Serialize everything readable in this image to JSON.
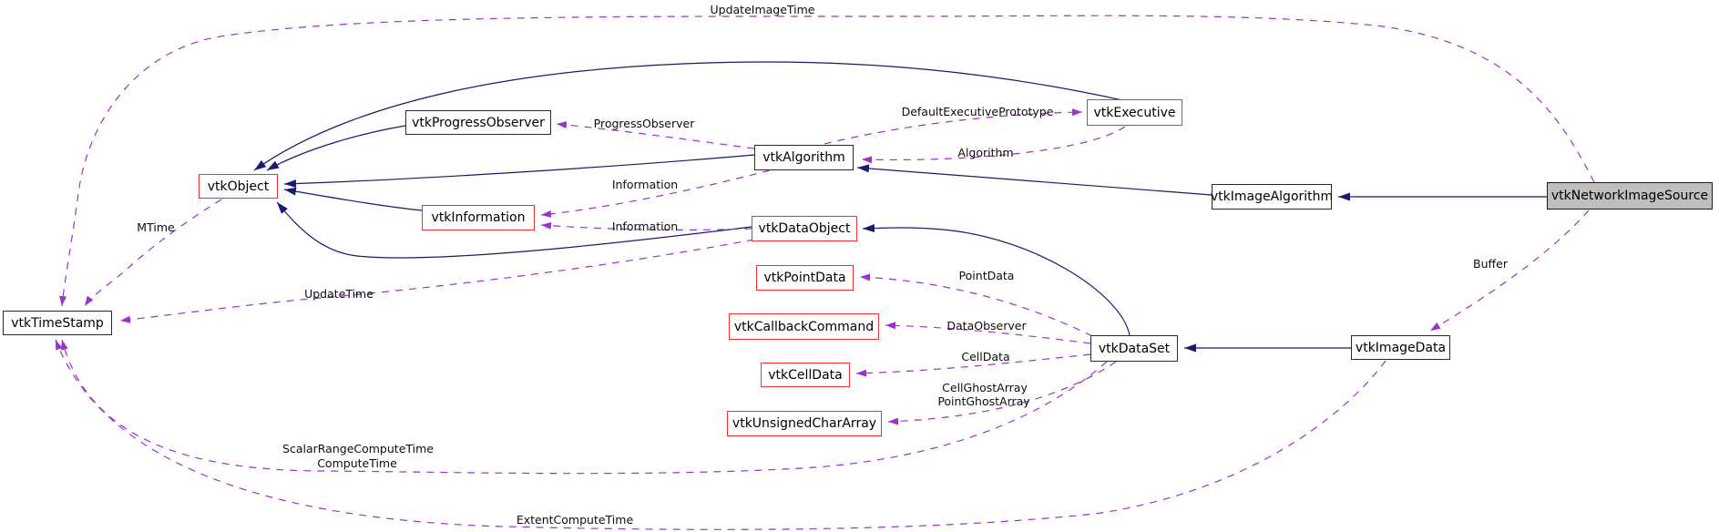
{
  "diagram": {
    "type": "collaboration-graph",
    "colors": {
      "inheritance_edge": "#191970",
      "usage_edge": "#9a32cd",
      "truncated_node_border": "#f43030",
      "node_border": "#2a2a2a",
      "current_node_fill": "#bfbfbf",
      "background": "#ffffff"
    },
    "nodes": [
      {
        "label": "vtkTimeStamp",
        "border": "black",
        "role": "class"
      },
      {
        "label": "vtkObject",
        "border": "red",
        "role": "class"
      },
      {
        "label": "vtkProgressObserver",
        "border": "black",
        "role": "class"
      },
      {
        "label": "vtkInformation",
        "border": "red",
        "role": "class"
      },
      {
        "label": "vtkAlgorithm",
        "border": "black",
        "role": "class"
      },
      {
        "label": "vtkExecutive",
        "border": "red",
        "role": "class"
      },
      {
        "label": "vtkDataObject",
        "border": "red",
        "role": "class"
      },
      {
        "label": "vtkPointData",
        "border": "red",
        "role": "class"
      },
      {
        "label": "vtkCallbackCommand",
        "border": "red",
        "role": "class"
      },
      {
        "label": "vtkCellData",
        "border": "red",
        "role": "class"
      },
      {
        "label": "vtkUnsignedCharArray",
        "border": "red",
        "role": "class"
      },
      {
        "label": "vtkDataSet",
        "border": "black",
        "role": "class"
      },
      {
        "label": "vtkImageData",
        "border": "black",
        "role": "class"
      },
      {
        "label": "vtkImageAlgorithm",
        "border": "black",
        "role": "class"
      },
      {
        "label": "vtkNetworkImageSource",
        "border": "black",
        "role": "current-class"
      }
    ],
    "edge_labels": [
      {
        "text": "UpdateImageTime"
      },
      {
        "text": "ProgressObserver"
      },
      {
        "text": "Information"
      },
      {
        "text": "Information"
      },
      {
        "text": "DefaultExecutivePrototype"
      },
      {
        "text": "Algorithm"
      },
      {
        "text": "MTime"
      },
      {
        "text": "UpdateTime"
      },
      {
        "text": "PointData"
      },
      {
        "text": "DataObserver"
      },
      {
        "text": "CellData"
      },
      {
        "text": "CellGhostArray"
      },
      {
        "text": "PointGhostArray"
      },
      {
        "text": "Buffer"
      },
      {
        "text": "ScalarRangeComputeTime"
      },
      {
        "text": "ComputeTime"
      },
      {
        "text": "ExtentComputeTime"
      }
    ]
  }
}
